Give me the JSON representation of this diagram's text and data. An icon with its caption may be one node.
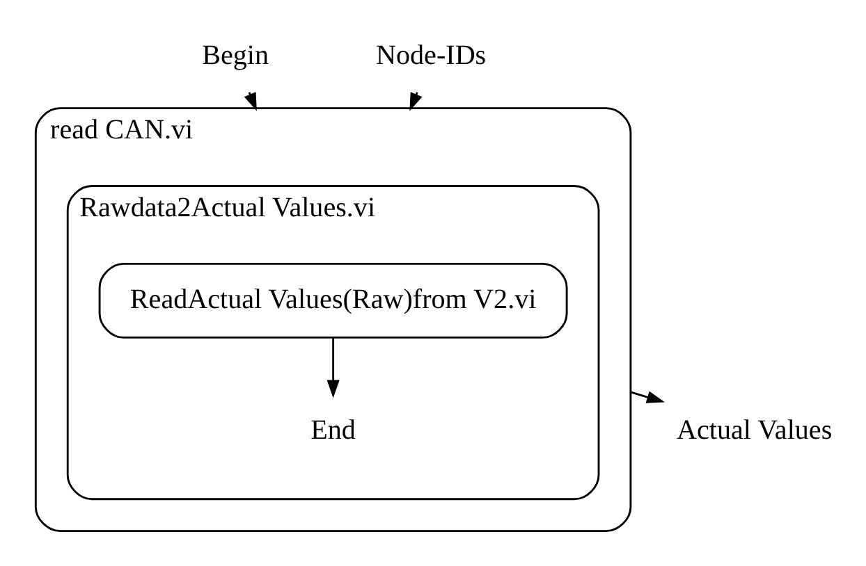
{
  "diagram": {
    "nodes": [
      {
        "text": [
          "Begin"
        ]
      },
      {
        "text": [
          "Node-IDs"
        ]
      },
      {
        "text": [
          "read CAN.vi"
        ]
      },
      {
        "text": [
          "Rawdata2Actual Values.vi"
        ],
        "in": 2
      },
      {
        "text": [
          "ReadActual Values(Raw)from V2.vi"
        ],
        "in": 3
      },
      {
        "text": [
          "End"
        ],
        "in": 3
      },
      {
        "text": [
          "Actual Values"
        ]
      }
    ],
    "edges": [
      {
        "from": 0,
        "to": 2,
        "arrow": "to"
      },
      {
        "from": 1,
        "to": 2,
        "arrow": "to"
      },
      {
        "from": 4,
        "to": 5,
        "arrow": "to"
      },
      {
        "from": 2,
        "to": 6,
        "arrow": "to"
      }
    ]
  }
}
